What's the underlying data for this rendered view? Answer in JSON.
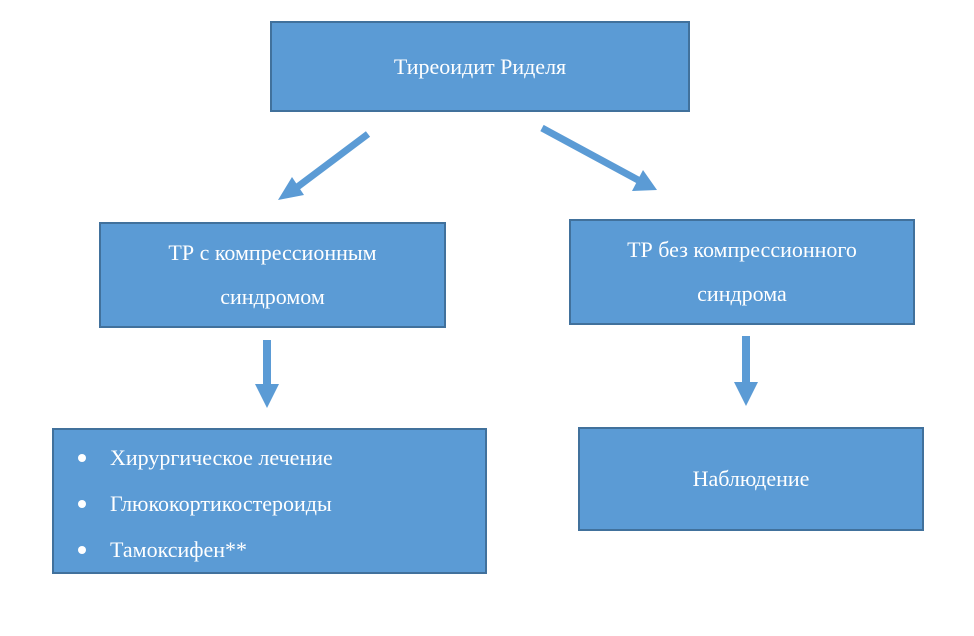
{
  "diagram": {
    "root": {
      "label": "Тиреоидит Риделя"
    },
    "left": {
      "lines": [
        "ТР с компрессионным",
        "синдромом"
      ]
    },
    "right": {
      "lines": [
        "ТР без компрессионного",
        "синдрома"
      ]
    },
    "treatment": {
      "items": [
        "Хирургическое лечение",
        "Глюкокортикостероиды",
        "Тамоксифен**"
      ]
    },
    "observation": {
      "label": "Наблюдение"
    }
  },
  "colors": {
    "box_fill": "#5b9bd5",
    "box_border": "#41719c",
    "text": "#ffffff"
  }
}
